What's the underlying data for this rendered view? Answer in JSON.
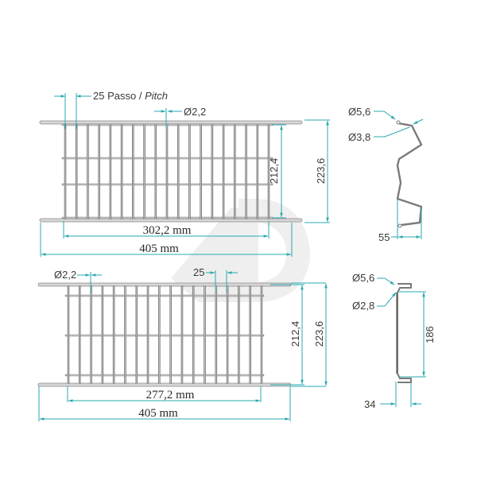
{
  "colors": {
    "dimension": "#2aa8b0",
    "wire": "#7a7a7a",
    "wire_light": "#b8b8b8",
    "text": "#333333",
    "watermark": "#ececec"
  },
  "watermark": {
    "label": "1D",
    "description": "faint logo watermark in the center"
  },
  "top_view": {
    "pitch_label": "25",
    "pitch_word": "Passo /",
    "pitch_word_italic": "Pitch",
    "wire_diameter_label": "Ø2,2",
    "inner_height_label": "212,4",
    "outer_height_label": "223,6",
    "inner_width_label": "302,2 mm",
    "outer_width_label": "405 mm",
    "vertical_wire_count": 19,
    "horizontal_bar_count": 4
  },
  "top_profile": {
    "outer_diameter_label": "Ø5,6",
    "inner_diameter_label": "Ø3,8",
    "depth_label": "55"
  },
  "bottom_view": {
    "wire_diameter_label": "Ø2,2",
    "pitch_label": "25",
    "inner_height_label": "212,4",
    "outer_height_label": "223,6",
    "inner_width_label": "277,2 mm",
    "outer_width_label": "405 mm",
    "vertical_wire_count": 18,
    "horizontal_bar_count": 3
  },
  "bottom_profile": {
    "outer_diameter_label": "Ø5,6",
    "inner_diameter_label": "Ø2,8",
    "height_label": "186",
    "depth_label": "34"
  }
}
